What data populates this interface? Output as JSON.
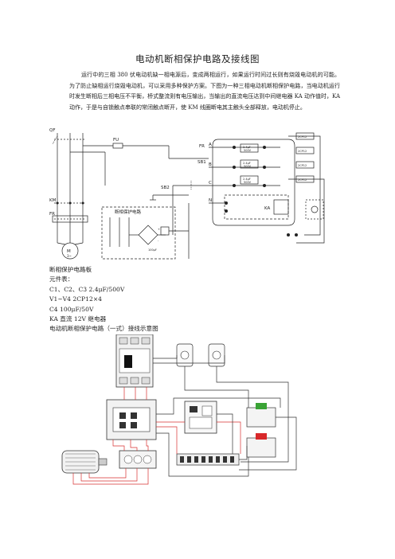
{
  "document": {
    "title": "电动机断相保护电路及接线图",
    "paragraph": "运行中的三相 380 伏电动机缺一相电源后，变成两相运行，如果运行时间过长则有烧毁电动机的可能。为了防止缺相运行烧毁电动机，可以采用多种保护方案。下图为一种三相电动机断相保护电路，当电动机运行时发生断相后三相电压不平衡，桥式整流则有电压输出，当输出的直流电压达到中间继电器 KA 动作值时，KA 动作，于是与自锁触点串联的常闭触点断开，使 KM 线圈断电其主触头全部释放，电动机停止。",
    "list": [
      "断相保护电路板",
      "元件表：",
      "C1、C2、C3 2.4μF/500V",
      "V1~V4 2CP12×4",
      "C4 100μF/50V",
      "KA  直流 12V 继电器",
      "电动机断相保护电路（一式）接线示意图"
    ]
  },
  "schematic": {
    "labels": {
      "qf": "QF",
      "fu": "FU",
      "fr": "FR",
      "sb1": "SB1",
      "sb2": "SB2",
      "km": "KM",
      "fr2": "FR",
      "motor": "M",
      "motor_sub": "3~",
      "box": "断相保护电路",
      "a": "A",
      "b": "B",
      "c": "C",
      "n": "N",
      "ka": "KA",
      "c1": "2.4μF",
      "c1v": "500V",
      "c2": "2.4μF",
      "c2v": "500V",
      "c3": "2.4μF",
      "c3v": "500V",
      "d1": "2CP12",
      "d2": "2CP12",
      "d3": "2CP12",
      "d4": "2CP12",
      "c4": "100μF",
      "plus": "+",
      "minus": "-"
    }
  }
}
